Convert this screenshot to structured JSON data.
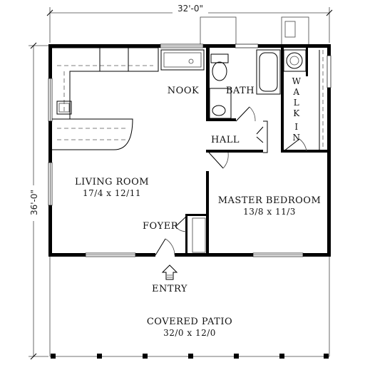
{
  "dimensions": {
    "width": "32'-0\"",
    "depth": "36'-0\""
  },
  "rooms": {
    "nook": {
      "name": "NOOK"
    },
    "bath": {
      "name": "BATH"
    },
    "walk_in": {
      "name_letters": [
        "W",
        "A",
        "L",
        "K",
        "I",
        "N"
      ]
    },
    "hall": {
      "name": "HALL"
    },
    "living_room": {
      "name": "LIVING ROOM",
      "size": "17/4 x 12/11"
    },
    "master_bedroom": {
      "name": "MASTER BEDROOM",
      "size": "13/8 x 11/3"
    },
    "foyer": {
      "name": "FOYER"
    },
    "entry": {
      "name": "ENTRY"
    },
    "covered_patio": {
      "name": "COVERED PATIO",
      "size": "32/0 x 12/0"
    }
  }
}
